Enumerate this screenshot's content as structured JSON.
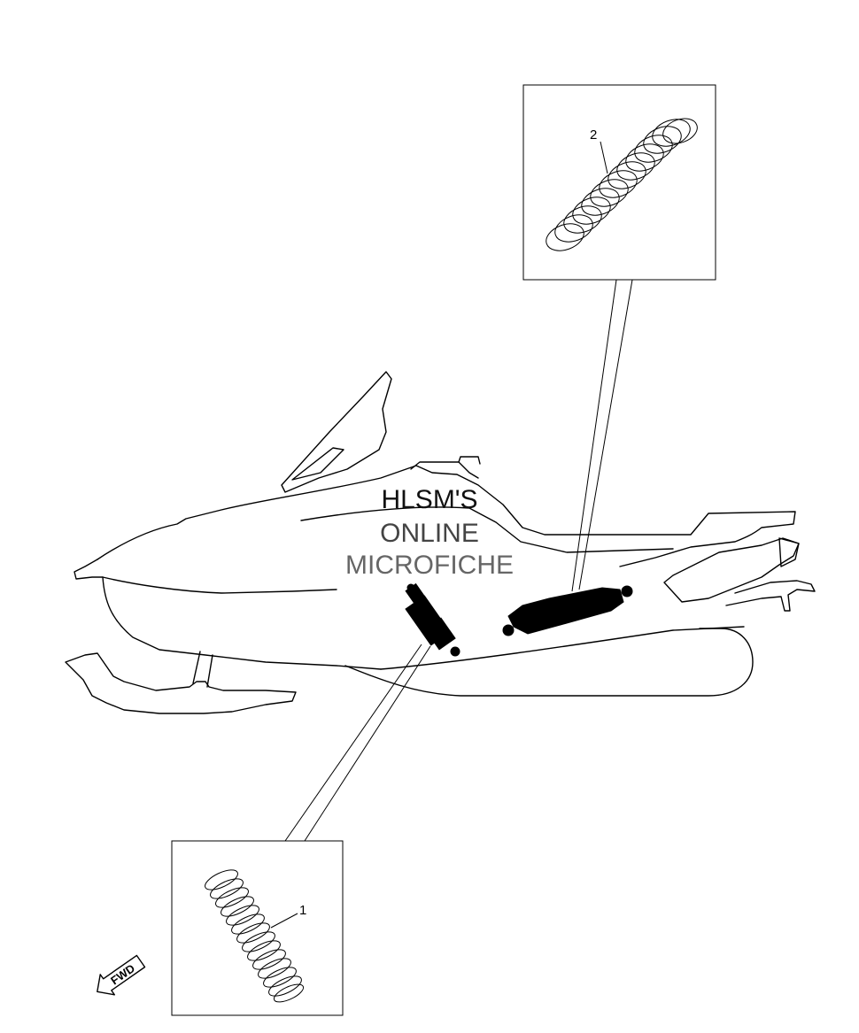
{
  "watermark": {
    "line1": "HLSM'S",
    "line2": "ONLINE",
    "line3": "MICROFICHE"
  },
  "callouts": {
    "part1": "1",
    "part2": "2"
  },
  "direction_arrow": "FWD",
  "icons": [
    "spring-icon",
    "shock-absorber-icon",
    "fwd-arrow-icon"
  ]
}
